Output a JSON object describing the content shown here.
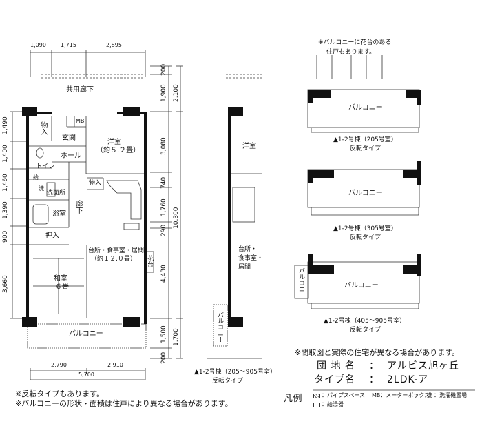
{
  "top_note": [
    "※バルコニーに花台のある",
    "住戸もあります。"
  ],
  "top_dims": [
    "1,090",
    "1,715",
    "2,895"
  ],
  "bottom_dims": [
    "2,790",
    "2,910"
  ],
  "total_width": "5,700",
  "left_dims": [
    "1,490",
    "1,400",
    "1,460",
    "1,390",
    "900",
    "3,660"
  ],
  "right_dims_inner": [
    "200",
    "1,900",
    "3,080",
    "740",
    "1,760",
    "290",
    "4,430",
    "1,500",
    "200"
  ],
  "right_dims_outer": [
    "2,100",
    "10,300",
    "1,700"
  ],
  "rooms": {
    "corridor": "共用廊下",
    "storage1": "物入",
    "mb": "MB",
    "entrance": "玄関",
    "hall": "ホール",
    "western": "洋室",
    "western_size": "（約５.２畳）",
    "toilet": "トイレ",
    "washing_symbol": "洗",
    "washroom": "洗面所",
    "storage2": "物入",
    "hallway": "廊下",
    "bath": "浴室",
    "closet": "押入",
    "ldk": "台所・食事室・居間",
    "ldk_size": "（約１２.０畳）",
    "flower_stand": "花台",
    "japanese": "和室",
    "japanese_size": "６畳",
    "balcony": "バルコニー",
    "heater_box": "給"
  },
  "mirror": {
    "western": "洋室",
    "ldk": [
      "台所・",
      "食事室・",
      "居間"
    ],
    "balcony": "バルコニー",
    "caption": [
      "▲1-2号棟（205～905号室）",
      "反転タイプ"
    ]
  },
  "variants": [
    {
      "label": "バルコニー",
      "caption": [
        "▲1-2号棟（205号室）",
        "反転タイプ"
      ]
    },
    {
      "label": "バルコニー",
      "caption": [
        "▲1-2号棟（305号室）",
        "反転タイプ"
      ]
    },
    {
      "label": "バルコニー",
      "side_label": "バルコニー",
      "caption": [
        "▲1-2号棟（405～905号室）",
        "反転タイプ"
      ]
    }
  ],
  "footer": {
    "diff_note": "※間取図と実際の住宅が異なる場合があります。",
    "complex_label": "団 地 名",
    "complex_sep": "：",
    "complex_value": "アルビス旭ヶ丘",
    "type_label": "タイプ名",
    "type_sep": "：",
    "type_value": "2LDK-ア",
    "legend_title": "凡例",
    "legend_pipe": "：パイプスペース",
    "legend_mb": "MB：メーターボックス",
    "legend_wash": "洗",
    "legend_wash_text": "：洗濯機置場",
    "legend_heater": "：給湯器",
    "note1": "※反転タイプもあります。",
    "note2": "※バルコニーの形状・面積は住戸により異なる場合があります。"
  }
}
